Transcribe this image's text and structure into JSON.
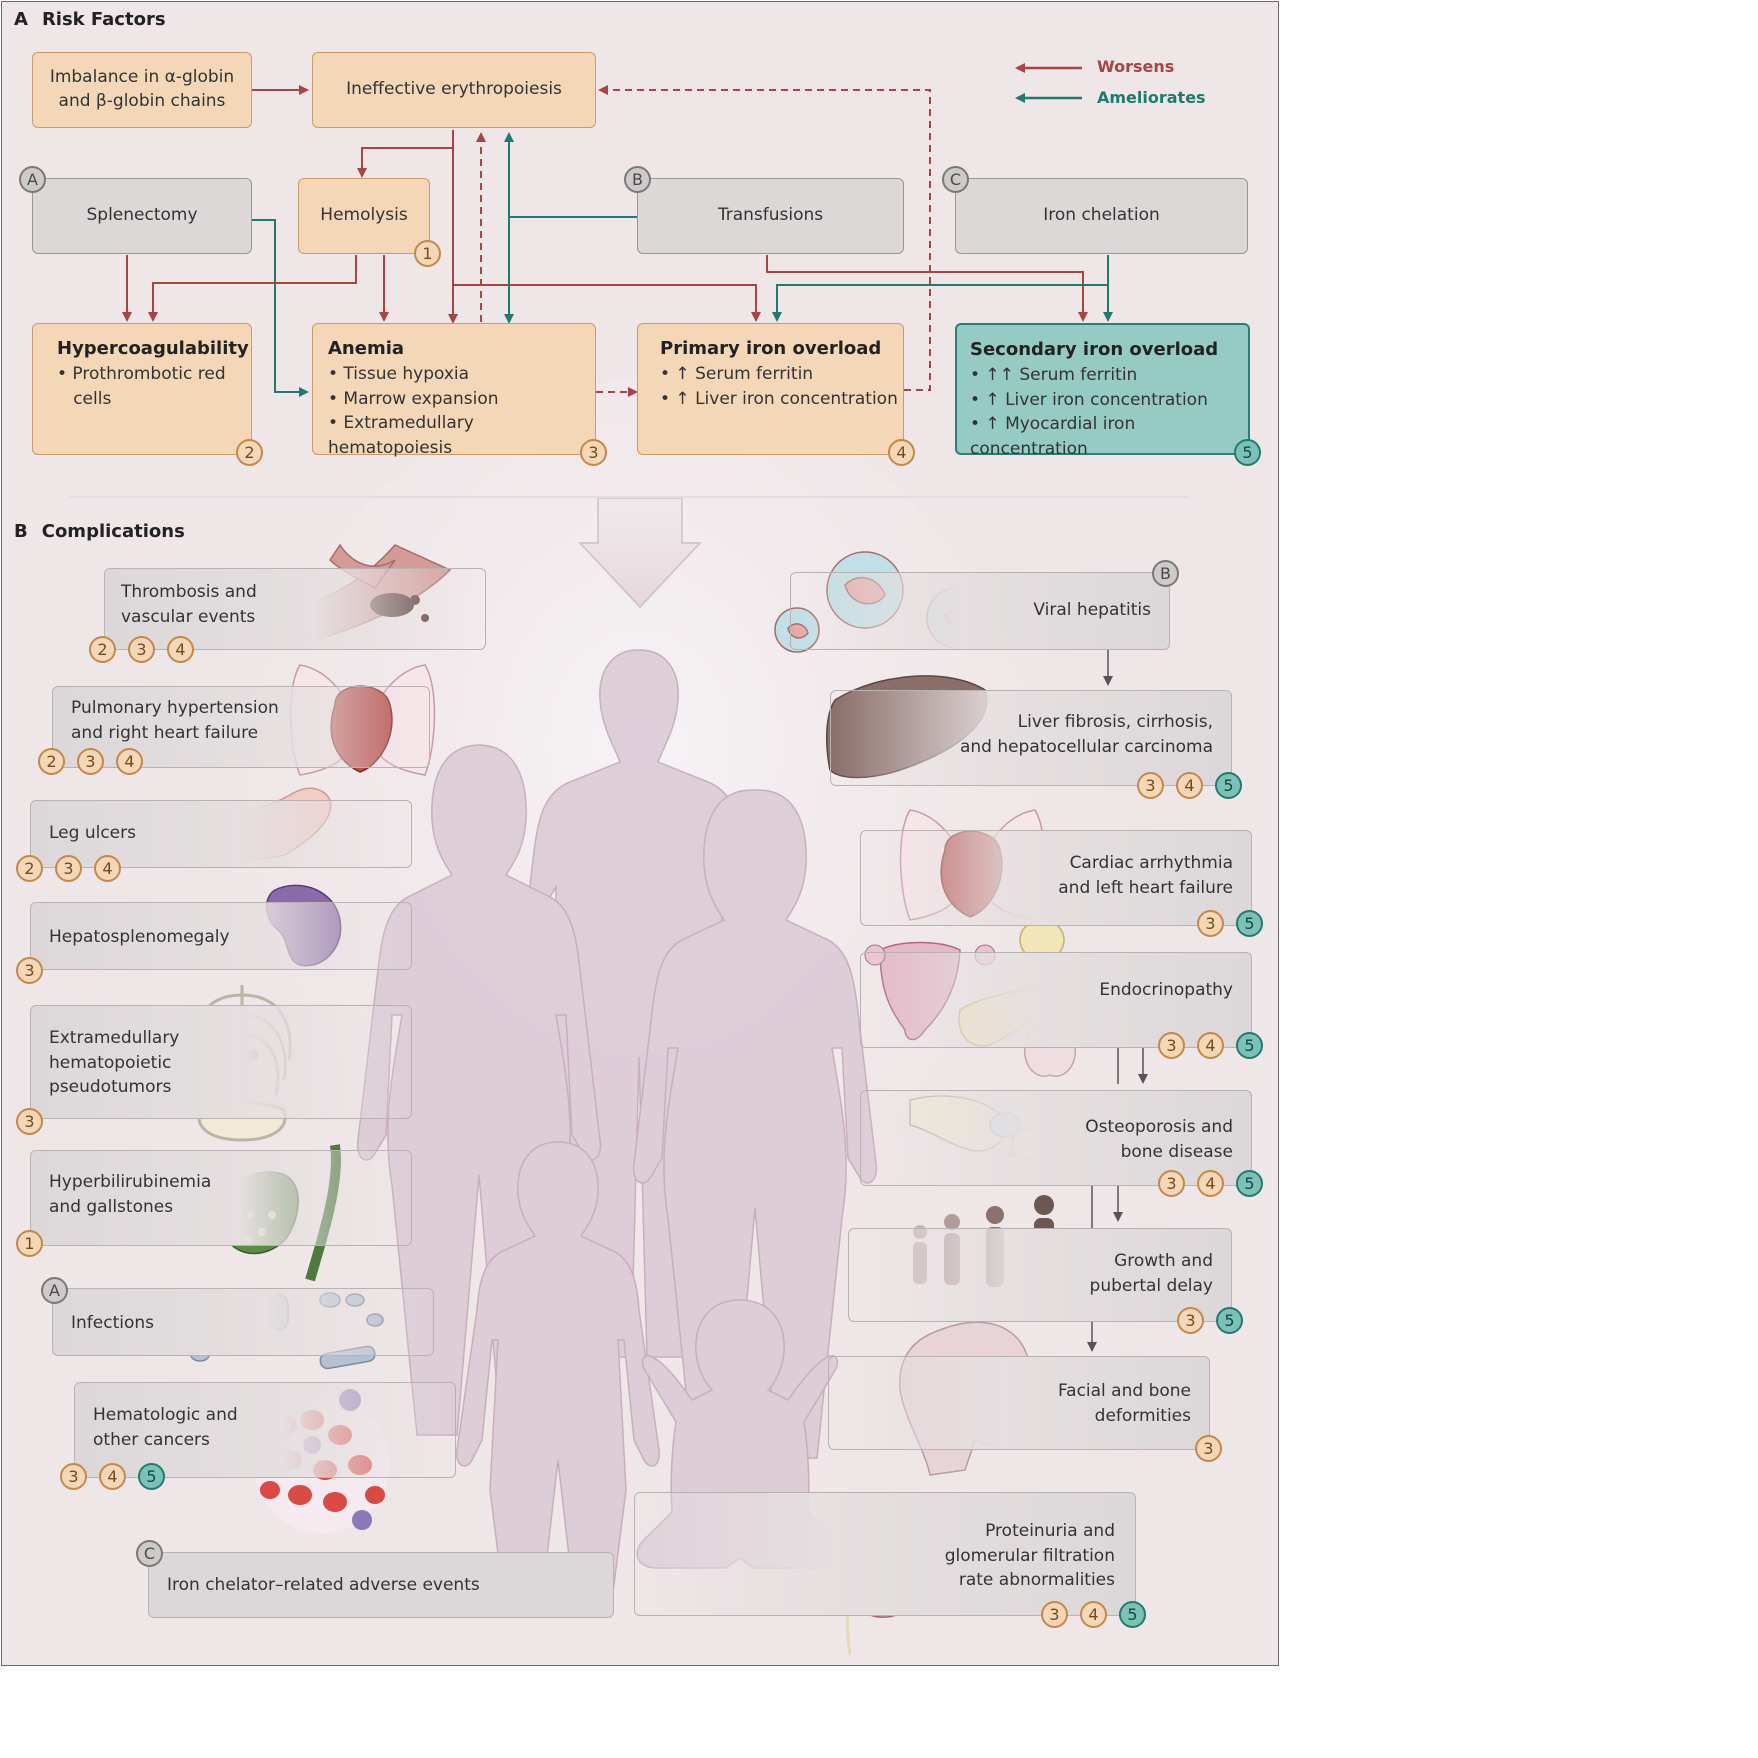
{
  "section_a": {
    "letter": "A",
    "title": "Risk Factors"
  },
  "section_b": {
    "letter": "B",
    "title": "Complications"
  },
  "legend": {
    "worsens": "Worsens",
    "ameliorates": "Ameliorates",
    "worsens_color": "#a84444",
    "ameliorates_color": "#1f7a70"
  },
  "risk_factors": {
    "imbalance": "Imbalance in α-globin\nand β-globin chains",
    "ineffective": "Ineffective erythropoiesis",
    "splenectomy": {
      "label": "Splenectomy",
      "tag": "A"
    },
    "hemolysis": {
      "label": "Hemolysis",
      "badge": "1"
    },
    "transfusions": {
      "label": "Transfusions",
      "tag": "B"
    },
    "iron_chelation": {
      "label": "Iron chelation",
      "tag": "C"
    },
    "hypercoagulability": {
      "title": "Hypercoagulability",
      "bullets": [
        "• Prothrombotic red",
        "   cells"
      ],
      "badge": "2"
    },
    "anemia": {
      "title": "Anemia",
      "bullets": [
        "• Tissue hypoxia",
        "• Marrow expansion",
        "• Extramedullary hematopoiesis"
      ],
      "badge": "3"
    },
    "primary_iron": {
      "title": "Primary iron overload",
      "bullets": [
        "• ↑ Serum ferritin",
        "• ↑ Liver iron concentration"
      ],
      "badge": "4"
    },
    "secondary_iron": {
      "title": "Secondary iron overload",
      "bullets": [
        "• ↑↑ Serum ferritin",
        "• ↑ Liver iron concentration",
        "• ↑ Myocardial iron concentration"
      ],
      "badge": "5"
    }
  },
  "complications_left": [
    {
      "label": "Thrombosis and\nvascular events",
      "badges": [
        "2",
        "3",
        "4"
      ]
    },
    {
      "label": "Pulmonary hypertension\nand right heart failure",
      "badges": [
        "2",
        "3",
        "4"
      ]
    },
    {
      "label": "Leg ulcers",
      "badges": [
        "2",
        "3",
        "4"
      ]
    },
    {
      "label": "Hepatosplenomegaly",
      "badges": [
        "3"
      ]
    },
    {
      "label": "Extramedullary\nhematopoietic\npseudotumors",
      "badges": [
        "3"
      ]
    },
    {
      "label": "Hyperbilirubinemia\nand gallstones",
      "badges": [
        "1"
      ]
    },
    {
      "label": "Infections",
      "tag": "A"
    },
    {
      "label": "Hematologic and\nother cancers",
      "badges": [
        "3",
        "4",
        "5"
      ]
    },
    {
      "label": "Iron chelator–related adverse events",
      "tag": "C"
    }
  ],
  "complications_right": [
    {
      "label": "Viral hepatitis",
      "tag": "B"
    },
    {
      "label": "Liver fibrosis, cirrhosis,\nand hepatocellular carcinoma",
      "badges": [
        "3",
        "4",
        "5"
      ]
    },
    {
      "label": "Cardiac arrhythmia\nand left heart failure",
      "badges": [
        "3",
        "5"
      ]
    },
    {
      "label": "Endocrinopathy",
      "badges": [
        "3",
        "4",
        "5"
      ]
    },
    {
      "label": "Osteoporosis and\nbone disease",
      "badges": [
        "3",
        "4",
        "5"
      ]
    },
    {
      "label": "Growth and\npubertal delay",
      "badges": [
        "3",
        "5"
      ]
    },
    {
      "label": "Facial and bone\ndeformities",
      "badges": [
        "3"
      ]
    },
    {
      "label": "Proteinuria and\nglomerular filtration\nrate abnormalities",
      "badges": [
        "3",
        "4",
        "5"
      ]
    }
  ]
}
